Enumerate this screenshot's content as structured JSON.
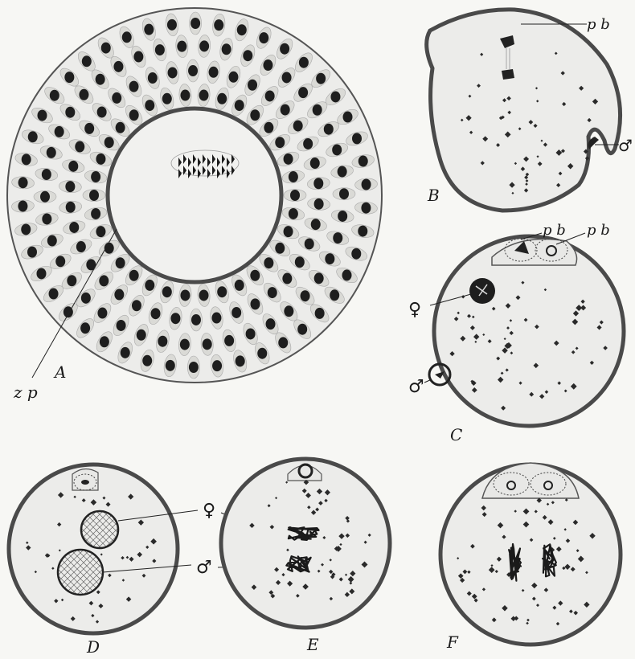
{
  "figure": {
    "panels": [
      {
        "id": "A",
        "label": "A"
      },
      {
        "id": "B",
        "label": "B"
      },
      {
        "id": "C",
        "label": "C"
      },
      {
        "id": "D",
        "label": "D"
      },
      {
        "id": "E",
        "label": "E"
      },
      {
        "id": "F",
        "label": "F"
      }
    ],
    "annotations": {
      "zp": "z p",
      "pb": "p b",
      "female": "♀",
      "male": "♂"
    },
    "colors": {
      "paper": "#f7f7f4",
      "membrane": "#4a4a4a",
      "nucleus": "#1e1e1e",
      "cytoplasm": "#ececea"
    }
  }
}
